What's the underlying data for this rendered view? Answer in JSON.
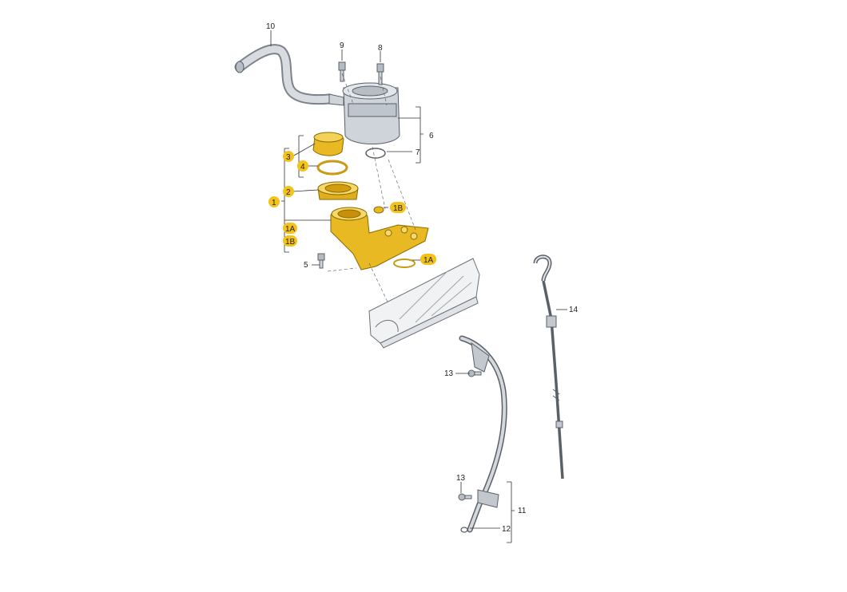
{
  "labels": {
    "l1": "1",
    "l1a": "1A",
    "l1a_2": "1A",
    "l1b": "1B",
    "l1b_2": "1B",
    "l2": "2",
    "l3": "3",
    "l4": "4",
    "l5": "5",
    "l6": "6",
    "l7": "7",
    "l8": "8",
    "l9": "9",
    "l10": "10",
    "l11": "11",
    "l12": "12",
    "l13": "13",
    "l13_2": "13",
    "l14": "14"
  },
  "colors": {
    "highlight": "#f3c21b",
    "part_fill": "#d6dadf",
    "part_dark": "#9aa1a9",
    "gold_fill": "#e8b923",
    "gold_dark": "#b8860b"
  }
}
